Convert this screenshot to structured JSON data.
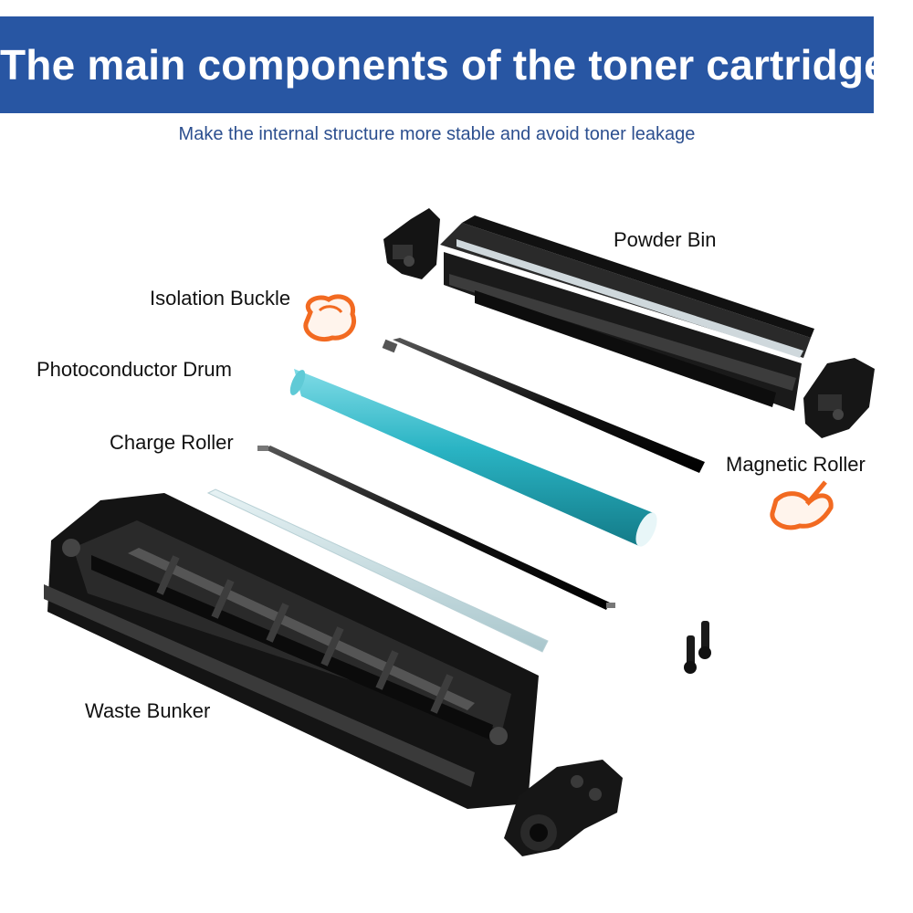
{
  "header": {
    "title": "The main components of the toner cartridge",
    "subtitle": "Make the internal structure more stable and avoid toner leakage"
  },
  "labels": {
    "powder_bin": "Powder Bin",
    "isolation_buckle": "Isolation Buckle",
    "photoconductor_drum": "Photoconductor Drum",
    "charge_roller": "Charge Roller",
    "magnetic_roller": "Magnetic Roller",
    "waste_bunker": "Waste Bunker"
  },
  "colors": {
    "banner": "#2856a3",
    "drum": "#2ab4c4",
    "buckle": "#f26a21",
    "plastic": "#1a1a1a"
  }
}
